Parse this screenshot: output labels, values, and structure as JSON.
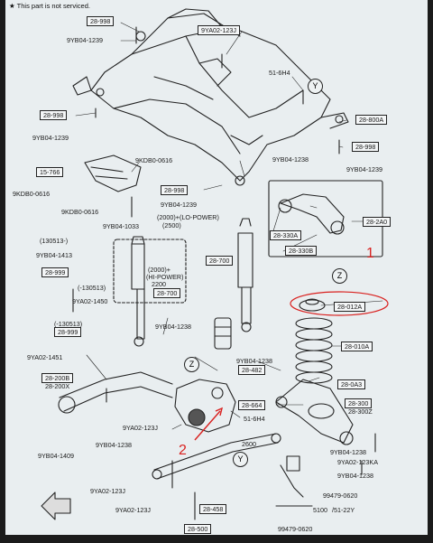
{
  "legend": "★ This part is not serviced.",
  "labels": {
    "p28998_top": "28-998",
    "p9yb04_1239_top": "9YB04-1239",
    "p9ya02_123j_top": "9YA02-123J",
    "p51_6h4_top": "51-6H4",
    "p28998_left": "28-998",
    "p9yb04_1239_left": "9YB04-1239",
    "p28800a": "28-800A",
    "p28998_right": "28-998",
    "p9yb04_1239_right": "9YB04-1239",
    "p9yb04_1238_mid": "9YB04-1238",
    "p15766": "15-766",
    "p9kdb0_0616_a": "9KDB0-0616",
    "p9kdb0_0616_b": "9KDB0-0616",
    "p9kdb0_0616_c": "9KDB0-0616",
    "p28998_mid": "28-998",
    "p9yb04_1239_mid": "9YB04-1239",
    "p9yb04_1033": "9YB04-1033",
    "p28330a": "28-330A",
    "p28330b": "28-330B",
    "p282a0": "28-2A0",
    "lo_power": "(2000)+(LO-POWER)",
    "p2500": "(2500)",
    "p130513_top": "(130513-)",
    "p9yb04_1413": "9YB04-1413",
    "p28999_a": "28-999",
    "p2000_hi": "(2000)+",
    "p_hi_power": "(HI-POWER)",
    "p2200": "2200",
    "p28700_mid": "28-700",
    "p28700_right": "28-700",
    "p130513_b": "(-130513)",
    "p9ya02_1450": "9YA02-1450",
    "p130513_c": "(-130513)",
    "p28999_b": "28-999",
    "p9yb04_1238_b": "9YB04-1238",
    "p28012a": "28-012A",
    "p28010a": "28-010A",
    "p9ya02_1451": "9YA02-1451",
    "p28200b": "28-200B",
    "p28200x": "28-200X",
    "p9yb04_1238_c": "9YB04-1238",
    "p28482": "28-482",
    "p280a3": "28-0A3",
    "p28664": "28-664",
    "p28300": "28-300",
    "p28300z": "28-300Z",
    "p51_6h4_b": "51-6H4",
    "p9ya02_123j_b": "9YA02-123J",
    "p2600": "2600",
    "p9yb04_1238_d": "9YB04-1238",
    "p9yb04_1409": "9YB04-1409",
    "p9yb04_1238_e": "9YB04-1238",
    "p9ya02_123ka": "9YA02-123KA",
    "p9yb04_1238_f": "9YB04-1238",
    "p99479_0620_a": "99479-0620",
    "p9ya02_123j_c": "9YA02-123J",
    "p9ya02_123j_d": "9YA02-123J",
    "p28458": "28-458",
    "p5100": "5100",
    "p51_22y": "/51-22Y",
    "p28500": "28-500",
    "p99479_0620_b": "99479-0620"
  },
  "markers": {
    "y": "Y",
    "z": "Z"
  },
  "annotations": {
    "one": "1",
    "two": "2"
  }
}
